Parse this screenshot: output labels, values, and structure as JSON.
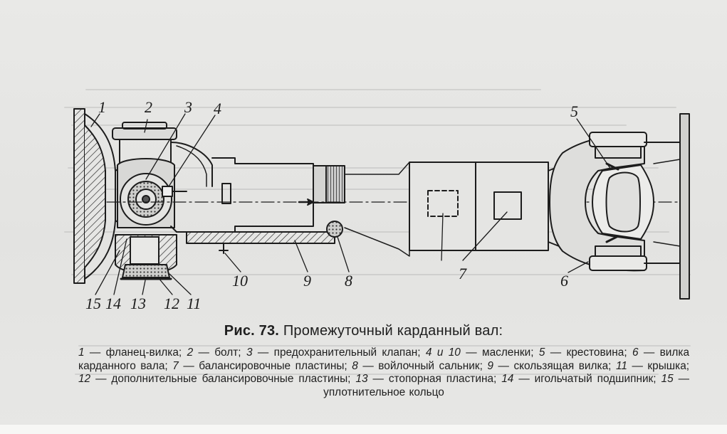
{
  "figure": {
    "callouts": {
      "n1": "1",
      "n2": "2",
      "n3": "3",
      "n4": "4",
      "n5": "5",
      "n6": "6",
      "n7": "7",
      "n8": "8",
      "n9": "9",
      "n10": "10",
      "n11": "11",
      "n12": "12",
      "n13": "13",
      "n14": "14",
      "n15": "15"
    }
  },
  "caption": {
    "lead": "Рис. 73.",
    "title": "Промежуточный карданный вал:"
  },
  "legend": [
    {
      "num": "1",
      "text": "фланец-вилка;"
    },
    {
      "num": "2",
      "text": "болт;"
    },
    {
      "num": "3",
      "text": "предохранительный клапан;"
    },
    {
      "num": "4 и 10",
      "text": "масленки;"
    },
    {
      "num": "5",
      "text": "крестовина;"
    },
    {
      "num": "6",
      "text": "вилка карданного вала;"
    },
    {
      "num": "7",
      "text": "балансировочные пластины;"
    },
    {
      "num": "8",
      "text": "войлочный сальник;"
    },
    {
      "num": "9",
      "text": "скользящая вилка;"
    },
    {
      "num": "11",
      "text": "крышка;"
    },
    {
      "num": "12",
      "text": "дополнительные балансировочные пластины;"
    },
    {
      "num": "13",
      "text": "стопорная пластина;"
    },
    {
      "num": "14",
      "text": "игольчатый подшипник;"
    },
    {
      "num": "15",
      "text": "уплотнительное кольцо"
    }
  ]
}
